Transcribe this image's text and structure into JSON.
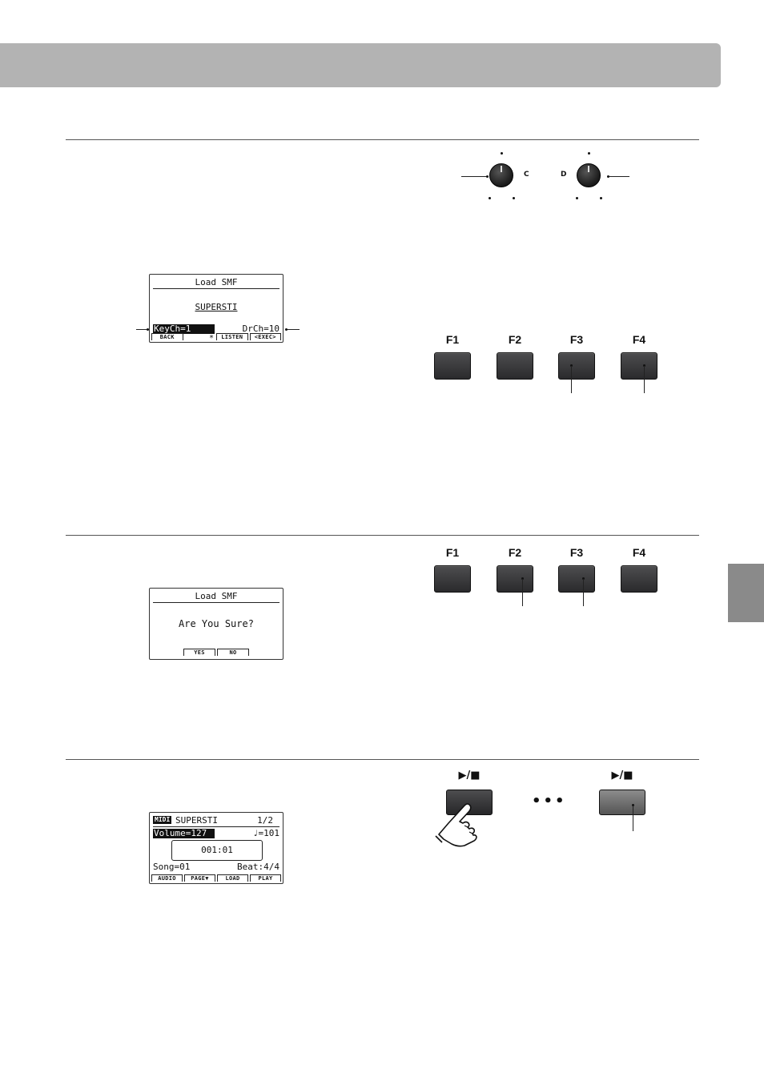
{
  "colors": {
    "header_bar": "#b3b3b3",
    "side_tab": "#8a8a8a",
    "button": "#3a3a3c",
    "button_light": "#777777"
  },
  "step1": {
    "knobs": {
      "left_label": "C",
      "right_label": "D"
    },
    "lcd": {
      "title": "Load SMF",
      "song": "SUPERSTI",
      "key_channel": "KeyCh=1",
      "drum_channel": "DrCh=10",
      "asterisk": "*",
      "softkeys": [
        "BACK",
        "",
        "LISTEN",
        "<EXEC>"
      ]
    },
    "function_buttons": [
      "F1",
      "F2",
      "F3",
      "F4"
    ]
  },
  "step2": {
    "lcd": {
      "title": "Load SMF",
      "message": "Are You Sure?",
      "softkeys": [
        "",
        "YES",
        "NO",
        ""
      ]
    },
    "function_buttons": [
      "F1",
      "F2",
      "F3",
      "F4"
    ]
  },
  "step3": {
    "lcd": {
      "badge": "MIDI",
      "song": "SUPERSTI",
      "page": "1/2",
      "volume": "Volume=127",
      "tempo": "♩=101",
      "position": "001:01",
      "song_number": "Song=01",
      "beat": "Beat:4/4",
      "softkeys": [
        "AUDIO",
        "PAGE▼",
        "LOAD",
        "PLAY"
      ]
    },
    "play_stop_label": "▶/■",
    "ellipsis": "•••",
    "icons": [
      "pointing-hand-icon"
    ]
  }
}
